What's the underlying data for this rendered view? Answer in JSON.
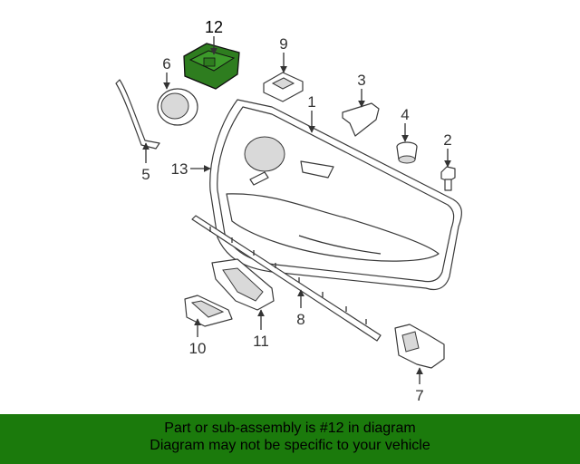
{
  "diagram": {
    "highlight_color": "#2e7d1f",
    "callouts": {
      "c1": "1",
      "c2": "2",
      "c3": "3",
      "c4": "4",
      "c5": "5",
      "c6": "6",
      "c7": "7",
      "c8": "8",
      "c9": "9",
      "c10": "10",
      "c11": "11",
      "c12": "12",
      "c13": "13"
    }
  },
  "footer": {
    "line1": "Part or sub-assembly is #12 in diagram",
    "line2": "Diagram may not be specific to your vehicle",
    "background": "#1b7a0c"
  }
}
